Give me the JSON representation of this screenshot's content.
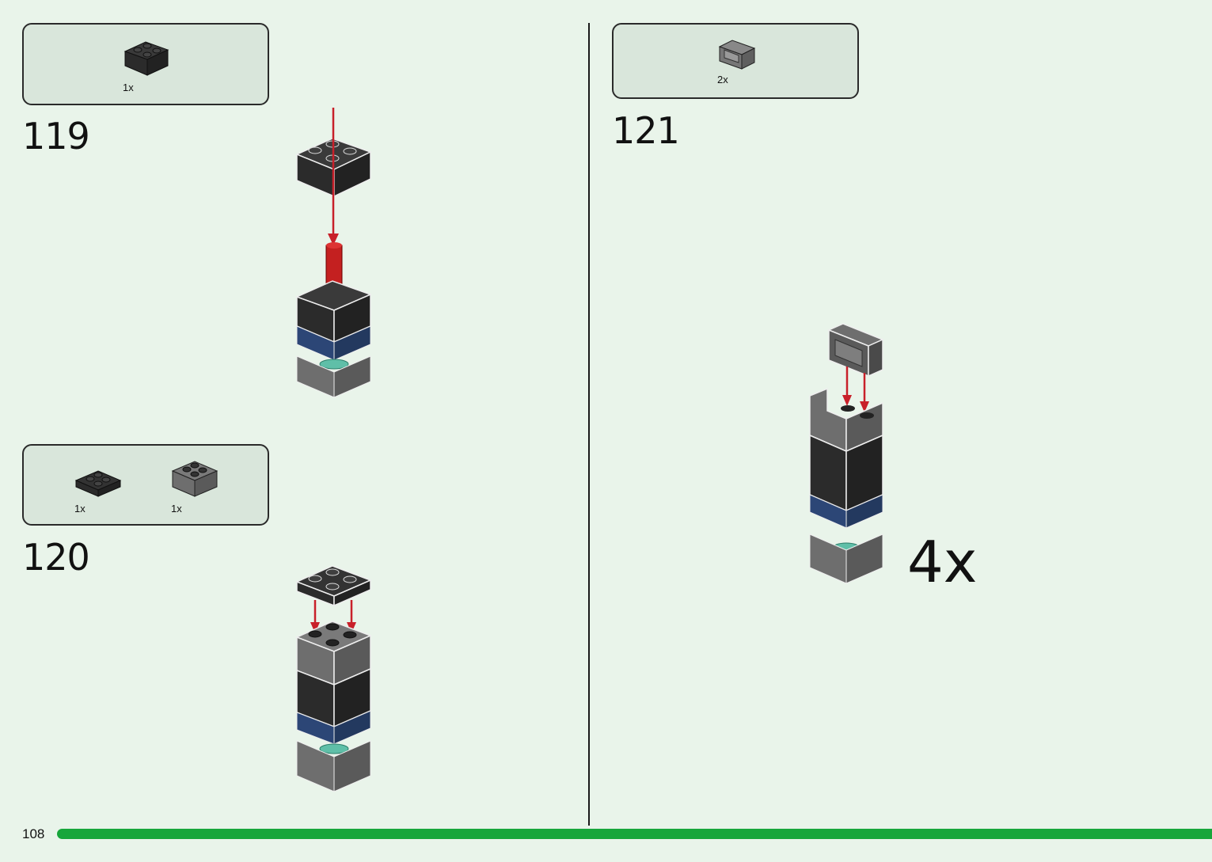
{
  "page": {
    "number": "108"
  },
  "steps": [
    {
      "number": "119",
      "parts": [
        {
          "qty": "1x",
          "icon": "black-2x2-round-corner-brick"
        }
      ]
    },
    {
      "number": "120",
      "parts": [
        {
          "qty": "1x",
          "icon": "black-2x2-plate"
        },
        {
          "qty": "1x",
          "icon": "grey-2x2-brick"
        }
      ]
    },
    {
      "number": "121",
      "parts": [
        {
          "qty": "2x",
          "icon": "grey-bracket-piece"
        }
      ],
      "multiplier": "4x"
    }
  ],
  "colors": {
    "background": "#e9f4ea",
    "parts_box": "#d9e6db",
    "progress_bar": "#17a63b",
    "arrow": "#c8202a",
    "brick_black": "#2b2b2b",
    "brick_grey": "#6e6e6e",
    "brick_blue": "#2c4676",
    "axle_red": "#c42020",
    "teal": "#5fbfa8"
  }
}
